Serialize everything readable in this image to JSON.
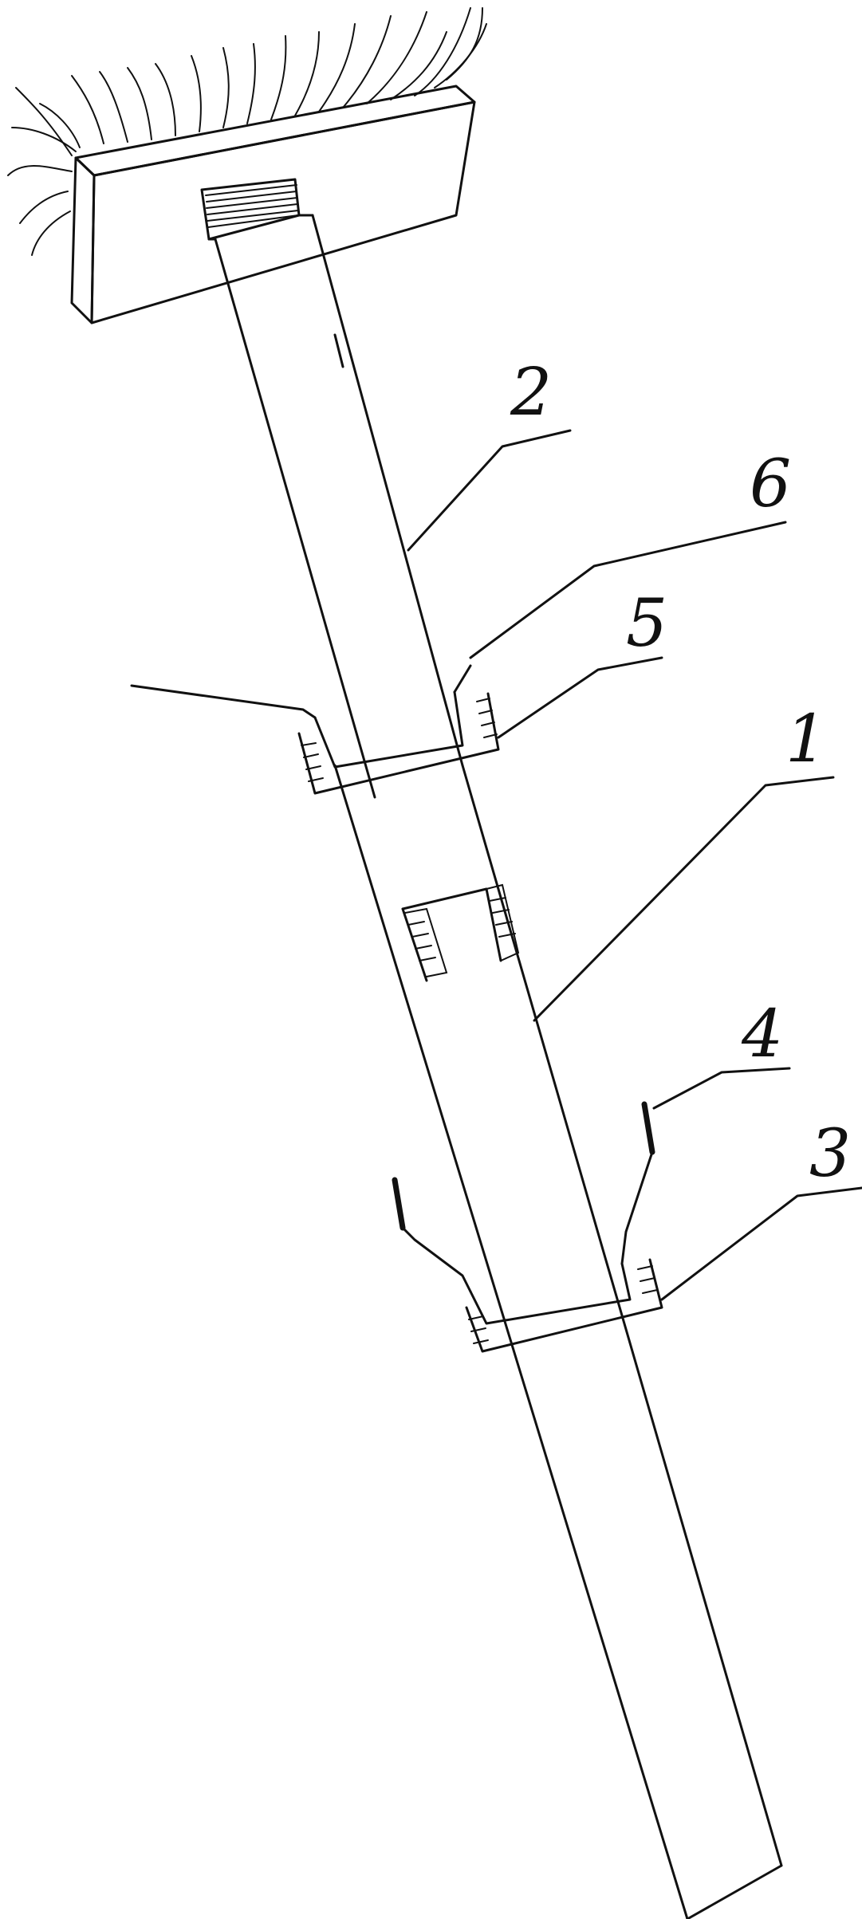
{
  "figure": {
    "callouts": [
      {
        "id": "rod-lower",
        "label": "1"
      },
      {
        "id": "rod-upper",
        "label": "2"
      },
      {
        "id": "lower-clamp",
        "label": "3"
      },
      {
        "id": "lower-handle",
        "label": "4"
      },
      {
        "id": "upper-clamp",
        "label": "5"
      },
      {
        "id": "upper-handle",
        "label": "6"
      }
    ]
  }
}
